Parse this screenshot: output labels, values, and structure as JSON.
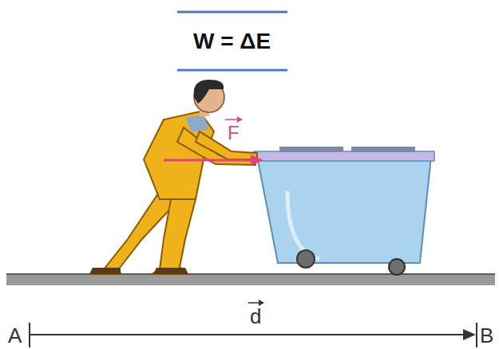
{
  "diagram": {
    "title": "W = ΔE",
    "labels": [
      "F",
      "d",
      "A",
      "B"
    ]
  }
}
